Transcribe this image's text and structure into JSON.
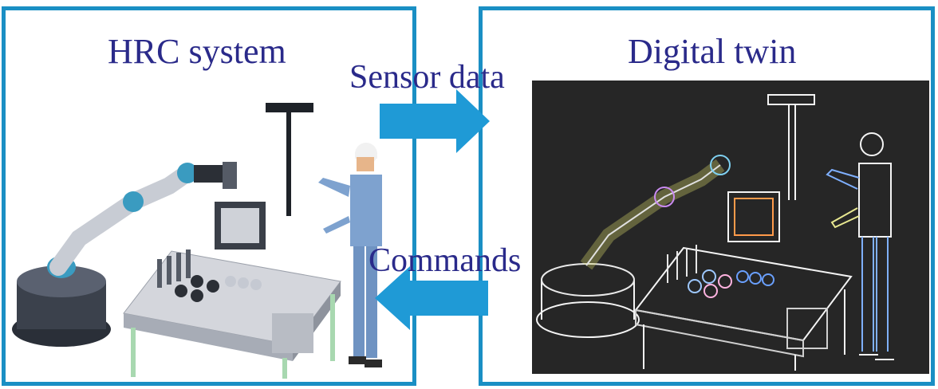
{
  "left_panel": {
    "title": "HRC system"
  },
  "right_panel": {
    "title": "Digital twin"
  },
  "flows": {
    "forward_label": "Sensor data",
    "backward_label": "Commands"
  },
  "colors": {
    "frame": "#1a8fc4",
    "arrow": "#1f9ad6",
    "title_text": "#2a2a8a",
    "twin_background": "#262626"
  }
}
